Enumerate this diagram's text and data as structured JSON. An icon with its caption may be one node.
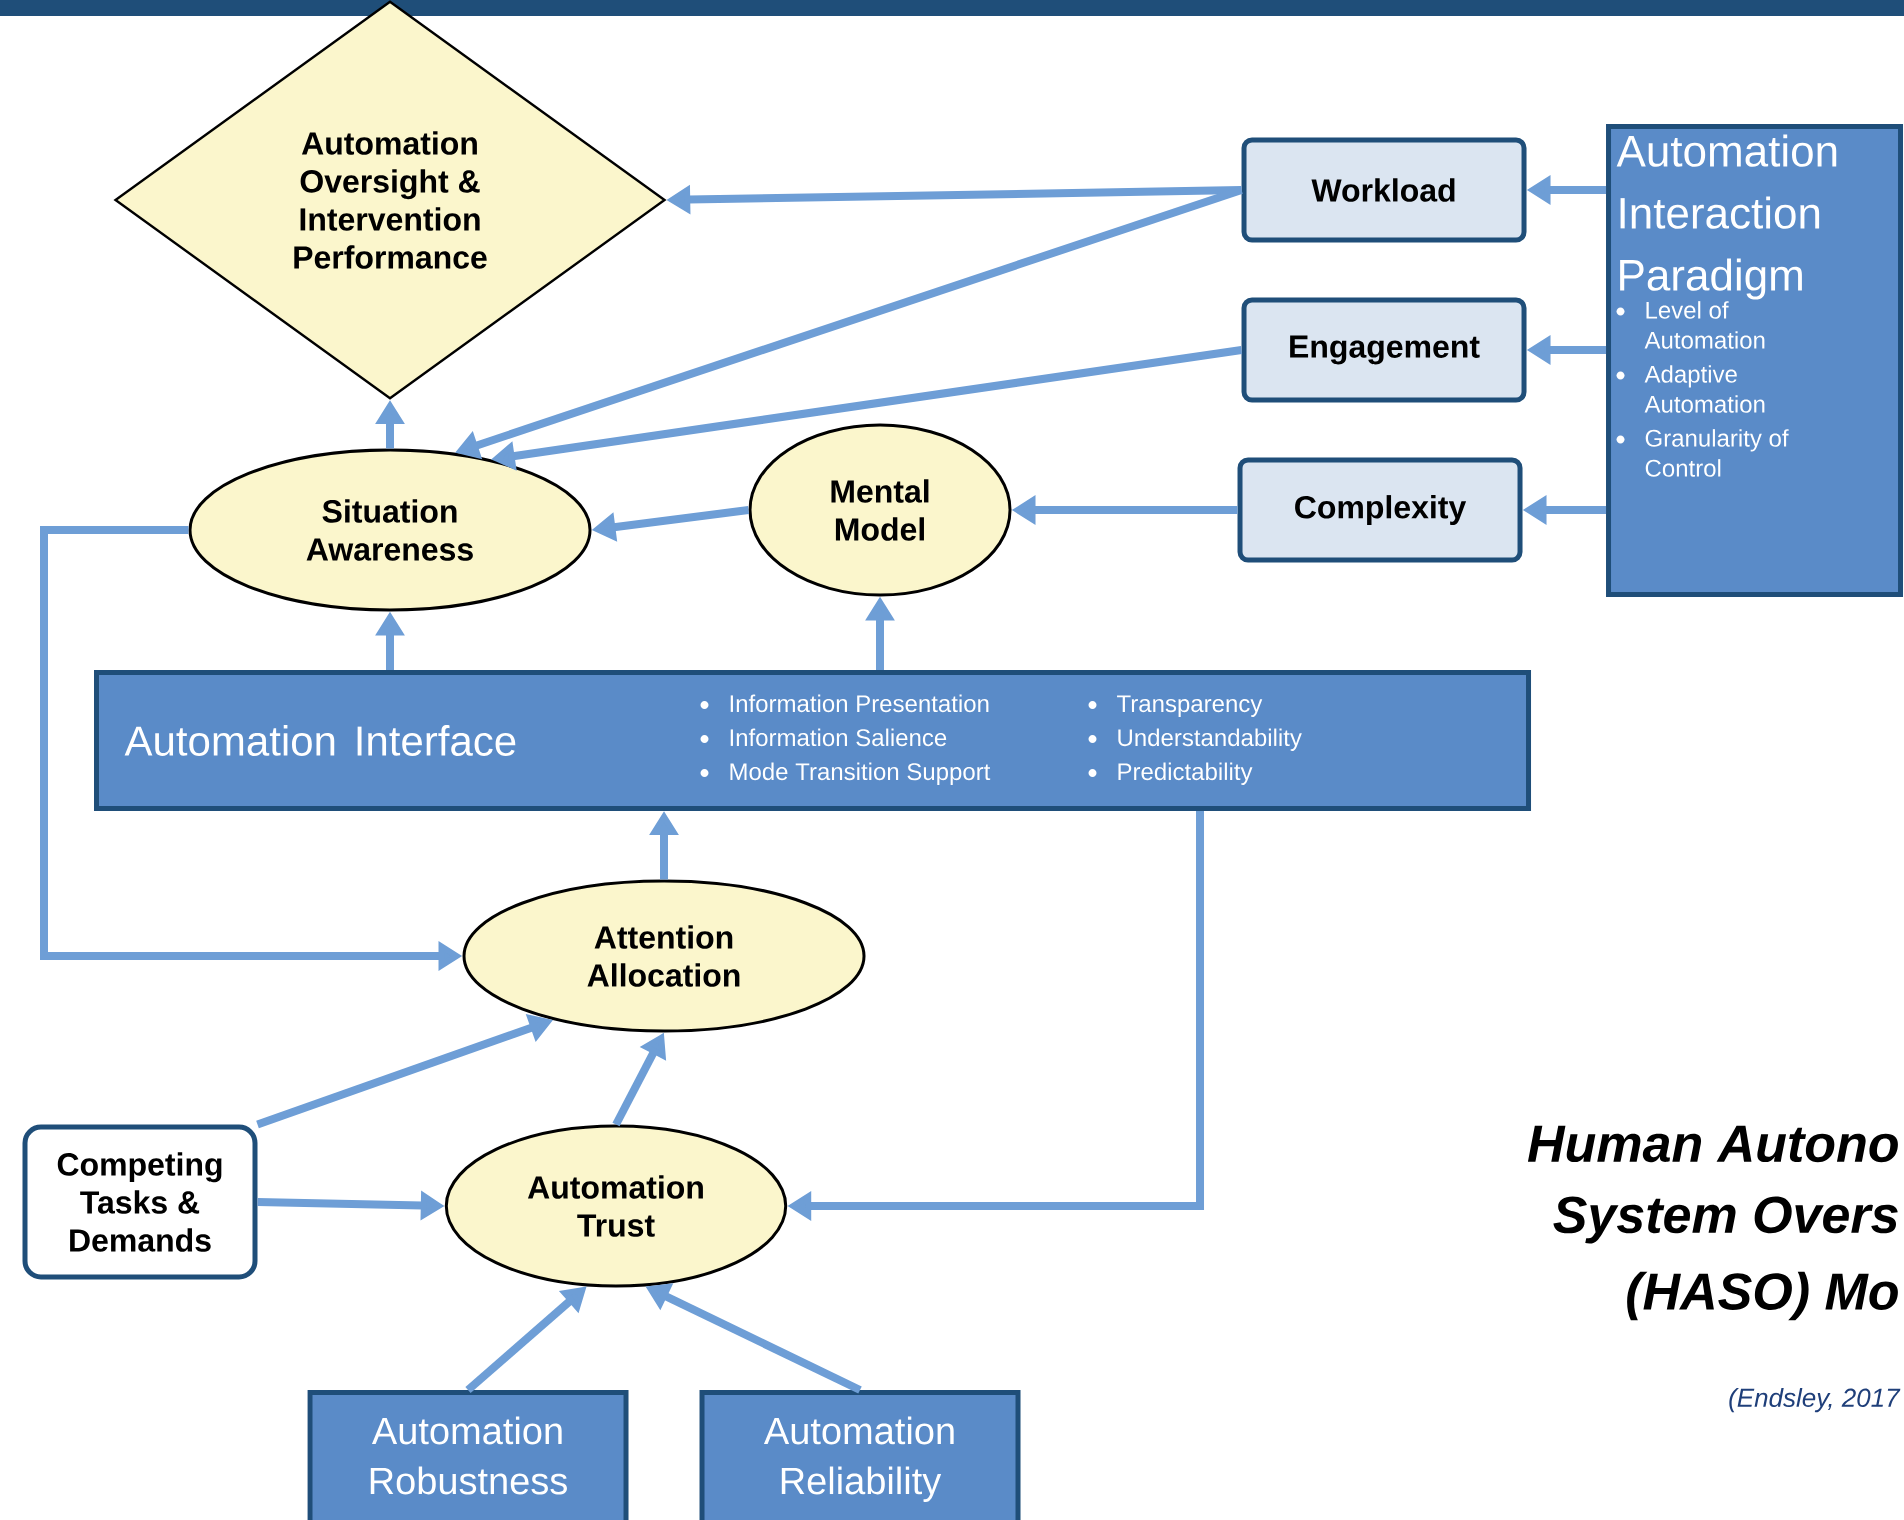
{
  "diagram": {
    "nodes": [
      {
        "text": [
          "Automation Oversight & Intervention Performance"
        ]
      },
      {
        "text": [
          "Workload"
        ]
      },
      {
        "text": [
          "Automation Interaction Paradigm",
          "Level of Automation",
          "Adaptive Automation",
          "Granularity of Control"
        ]
      },
      {
        "text": [
          "Engagement"
        ]
      },
      {
        "text": [
          "Situation Awareness"
        ]
      },
      {
        "text": [
          "Mental Model"
        ]
      },
      {
        "text": [
          "Complexity"
        ]
      },
      {
        "text": [
          "Automation Interface",
          "Information Presentation",
          "Information Salience",
          "Mode Transition Support",
          "Transparency",
          "Understandability",
          "Predictability"
        ]
      },
      {
        "text": [
          "Attention Allocation"
        ]
      },
      {
        "text": [
          "Competing Tasks & Demands"
        ]
      },
      {
        "text": [
          "Automation Trust"
        ]
      },
      {
        "text": [
          "Automation Robustness"
        ]
      },
      {
        "text": [
          "Automation Reliability"
        ]
      }
    ],
    "edges": [
      {
        "from": 1,
        "to": 0,
        "arrow": "to"
      },
      {
        "from": 1,
        "to": 4,
        "arrow": "to"
      },
      {
        "from": 2,
        "to": 1,
        "arrow": "to"
      },
      {
        "from": 3,
        "to": 4,
        "arrow": "to"
      },
      {
        "from": 2,
        "to": 3,
        "arrow": "to"
      },
      {
        "from": 4,
        "to": 0,
        "arrow": "to"
      },
      {
        "from": 5,
        "to": 4,
        "arrow": "to"
      },
      {
        "from": 6,
        "to": 5,
        "arrow": "to"
      },
      {
        "from": 2,
        "to": 6,
        "arrow": "to"
      },
      {
        "from": 7,
        "to": 4,
        "arrow": "to"
      },
      {
        "from": 7,
        "to": 5,
        "arrow": "to"
      },
      {
        "from": 4,
        "to": 8,
        "arrow": "to"
      },
      {
        "from": 8,
        "to": 7,
        "arrow": "to"
      },
      {
        "from": 10,
        "to": 8,
        "arrow": "to"
      },
      {
        "from": 9,
        "to": 8,
        "arrow": "to"
      },
      {
        "from": 9,
        "to": 10,
        "arrow": "to"
      },
      {
        "from": 7,
        "to": 10,
        "arrow": "to"
      },
      {
        "from": 11,
        "to": 10,
        "arrow": "to"
      },
      {
        "from": 12,
        "to": 10,
        "arrow": "to"
      }
    ],
    "labels": [
      "Human Autono",
      "System Overs",
      "(HASO) Mo",
      "(Endsley, 2017"
    ]
  }
}
